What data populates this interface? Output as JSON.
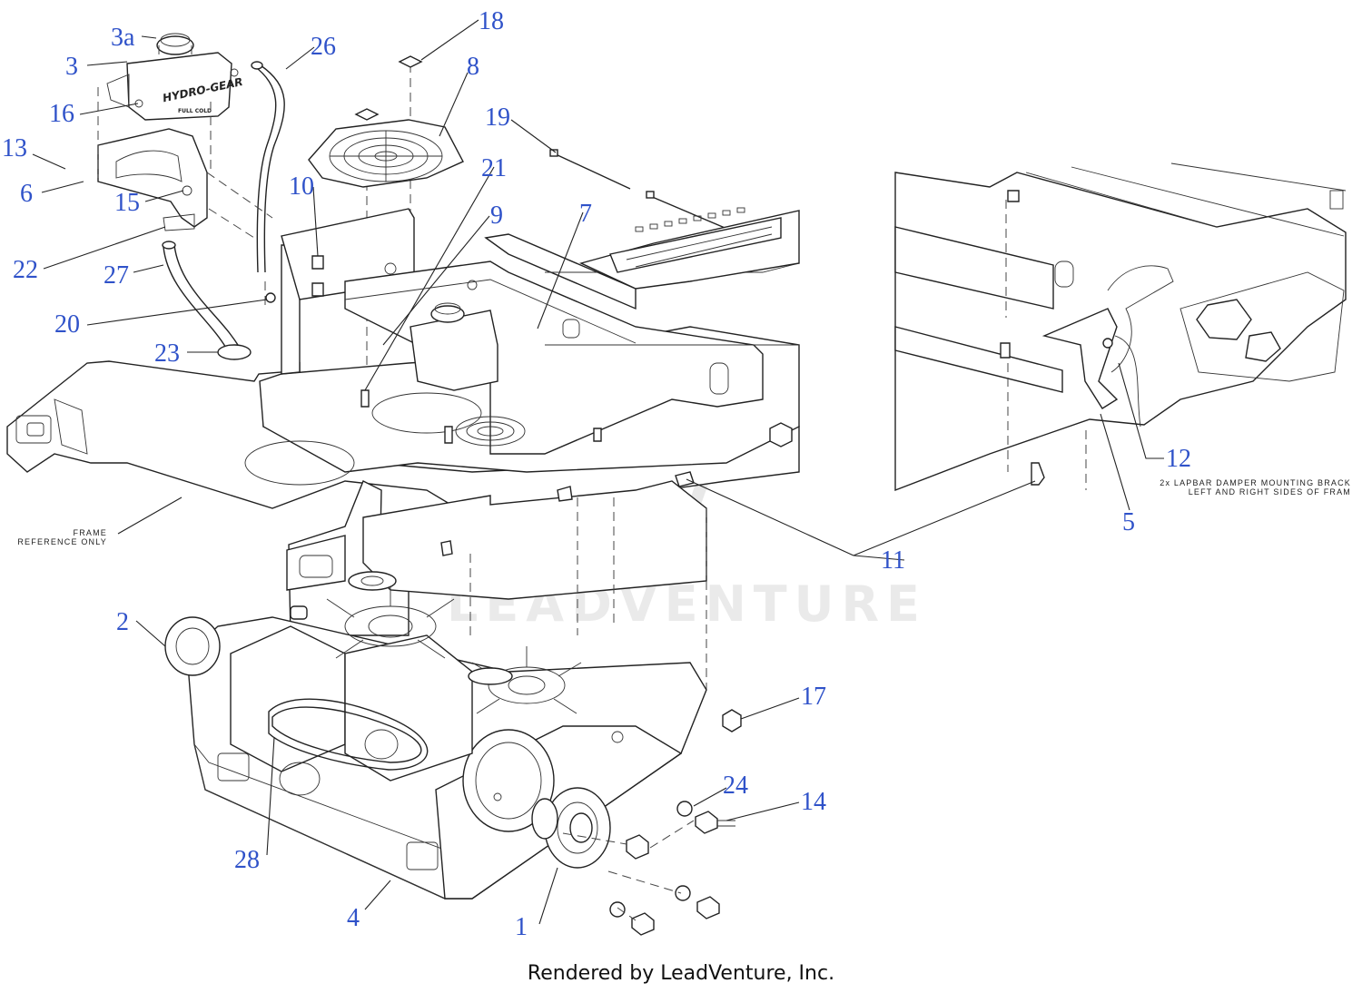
{
  "diagram": {
    "callouts": [
      {
        "id": "3a",
        "label": "3a"
      },
      {
        "id": "3",
        "label": "3"
      },
      {
        "id": "16",
        "label": "16"
      },
      {
        "id": "13",
        "label": "13"
      },
      {
        "id": "6",
        "label": "6"
      },
      {
        "id": "15",
        "label": "15"
      },
      {
        "id": "22",
        "label": "22"
      },
      {
        "id": "27",
        "label": "27"
      },
      {
        "id": "20",
        "label": "20"
      },
      {
        "id": "23",
        "label": "23"
      },
      {
        "id": "26",
        "label": "26"
      },
      {
        "id": "18",
        "label": "18"
      },
      {
        "id": "8",
        "label": "8"
      },
      {
        "id": "19",
        "label": "19"
      },
      {
        "id": "10",
        "label": "10"
      },
      {
        "id": "21",
        "label": "21"
      },
      {
        "id": "9",
        "label": "9"
      },
      {
        "id": "7",
        "label": "7"
      },
      {
        "id": "12",
        "label": "12"
      },
      {
        "id": "5",
        "label": "5"
      },
      {
        "id": "11",
        "label": "11"
      },
      {
        "id": "2",
        "label": "2"
      },
      {
        "id": "17",
        "label": "17"
      },
      {
        "id": "24",
        "label": "24"
      },
      {
        "id": "14",
        "label": "14"
      },
      {
        "id": "28",
        "label": "28"
      },
      {
        "id": "4",
        "label": "4"
      },
      {
        "id": "1",
        "label": "1"
      }
    ],
    "frame_note": [
      "FRAME",
      "REFERENCE ONLY"
    ],
    "damper_note": [
      "2x LAPBAR DAMPER MOUNTING BRACK",
      "LEFT AND RIGHT SIDES OF FRAM"
    ],
    "tank_brand": "HYDRO-GEAR",
    "tank_level": "FULL COLD",
    "watermark": "LEADVENTURE",
    "callout_color": "#2f52c9"
  },
  "footer": {
    "rendered_by": "Rendered by LeadVenture, Inc."
  }
}
